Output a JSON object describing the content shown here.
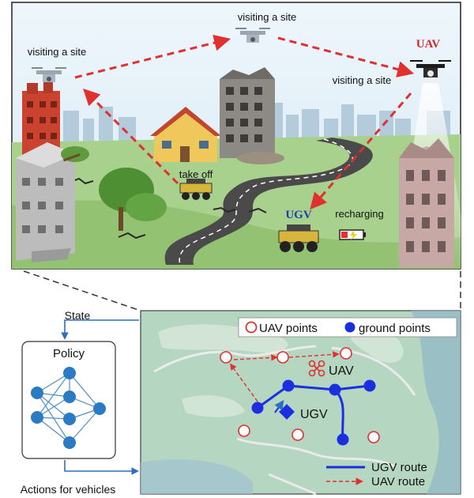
{
  "scene": {
    "labels": {
      "visit_top": "visiting a site",
      "visit_left": "visiting a site",
      "visit_right": "visiting a site",
      "uav": "UAV",
      "take_off": "take off",
      "ugv": "UGV",
      "recharging": "recharging"
    },
    "colors": {
      "uav_label": "#d42a2a",
      "ugv_label": "#1f3fa8",
      "route_dash": "#e03030"
    }
  },
  "diagram": {
    "state_label": "State",
    "policy_label": "Policy",
    "actions_label": "Actions for vehicles"
  },
  "map": {
    "legend": {
      "uav_points": "UAV points",
      "ground_points": "ground points",
      "ugv_route": "UGV route",
      "uav_route": "UAV route"
    },
    "uav_label": "UAV",
    "ugv_label": "UGV",
    "colors": {
      "uav_point": "#e03030",
      "ground_point": "#1a2fe0",
      "ugv_route": "#1a2fe0",
      "uav_route": "#e03030",
      "land": "#b5d6c0"
    }
  }
}
